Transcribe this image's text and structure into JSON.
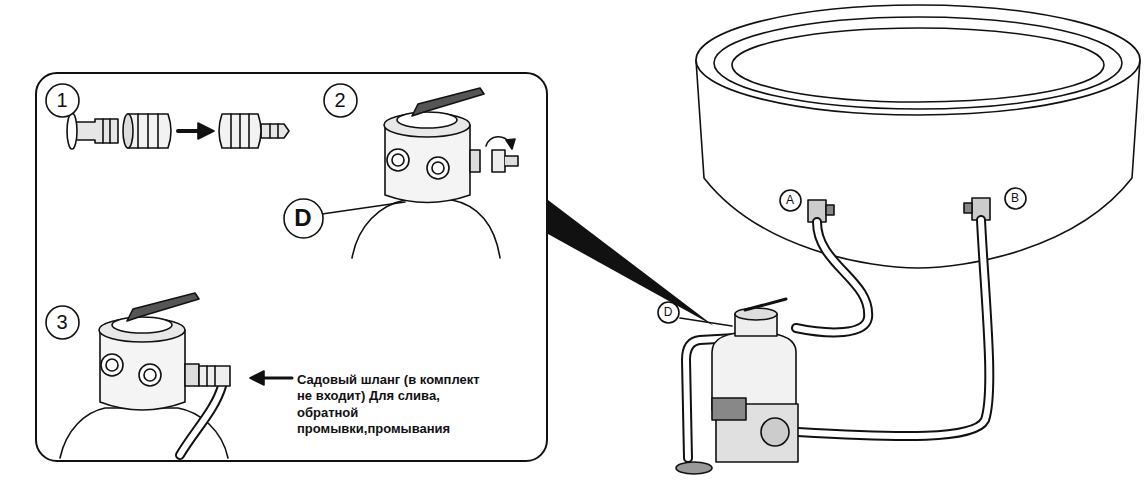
{
  "diagram": {
    "nodes": [
      {
        "text": [
          "Садовый шланг (в комплект не входит) Для слива, обратной промывки,промывания"
        ]
      },
      {
        "text": [
          "1"
        ],
        "in": 0
      },
      {
        "text": [
          "2"
        ],
        "in": 0
      },
      {
        "text": [
          "D"
        ],
        "in": 0
      },
      {
        "text": [
          "3"
        ],
        "in": 0
      },
      {
        "text": [
          "A"
        ]
      },
      {
        "text": [
          "B"
        ]
      },
      {
        "text": [
          "D"
        ]
      }
    ]
  }
}
